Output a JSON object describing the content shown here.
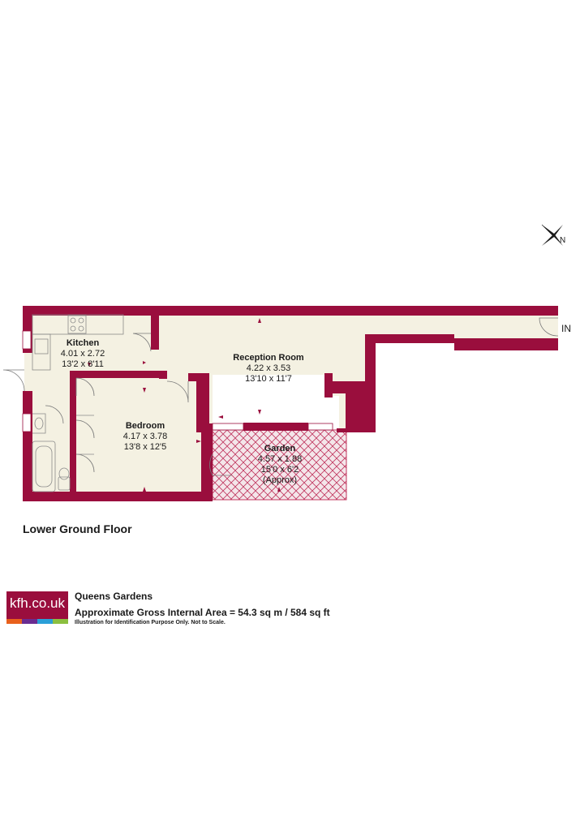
{
  "rooms": {
    "kitchen": {
      "name": "Kitchen",
      "metric": "4.01 x 2.72",
      "imperial": "13'2 x 8'11"
    },
    "reception": {
      "name": "Reception Room",
      "metric": "4.22 x 3.53",
      "imperial": "13'10 x 11'7"
    },
    "bedroom": {
      "name": "Bedroom",
      "metric": "4.17 x 3.78",
      "imperial": "13'8 x 12'5"
    },
    "garden": {
      "name": "Garden",
      "metric": "4.57 x 1.88",
      "imperial": "15'0 x 6'2",
      "note": "(Approx)"
    }
  },
  "entry_label": "IN",
  "compass_label": "N",
  "floor_title": "Lower Ground Floor",
  "agent": {
    "logo_text": "kfh.co.uk",
    "brand_colors": [
      "#e8601c",
      "#6a2c91",
      "#2a9fd8",
      "#8bbf3f"
    ],
    "property_name": "Queens Gardens",
    "area_text": "Approximate Gross Internal Area = 54.3 sq m / 584 sq ft",
    "disclaimer": "Illustration for Identification Purpose Only. Not to Scale."
  },
  "colors": {
    "wall": "#9a0e3d",
    "floor": "#f4f1e2",
    "garden_hatch": "#c0365e"
  }
}
